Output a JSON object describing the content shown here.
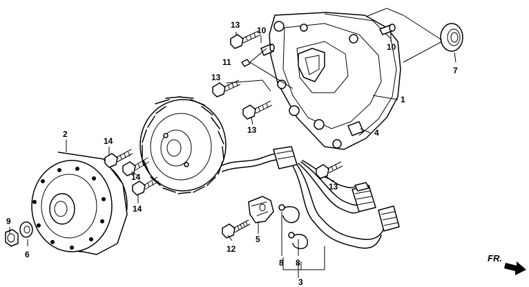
{
  "labels": {
    "c1": "1",
    "c2": "2",
    "c3": "3",
    "c4": "4",
    "c5": "5",
    "c6": "6",
    "c7": "7",
    "c8a": "8",
    "c8b": "8",
    "c9": "9",
    "c10a": "10",
    "c10b": "10",
    "c11": "11",
    "c12": "12",
    "c13a": "13",
    "c13b": "13",
    "c13c": "13",
    "c13d": "13",
    "c14a": "14",
    "c14b": "14",
    "c14c": "14"
  },
  "direction": "FR."
}
